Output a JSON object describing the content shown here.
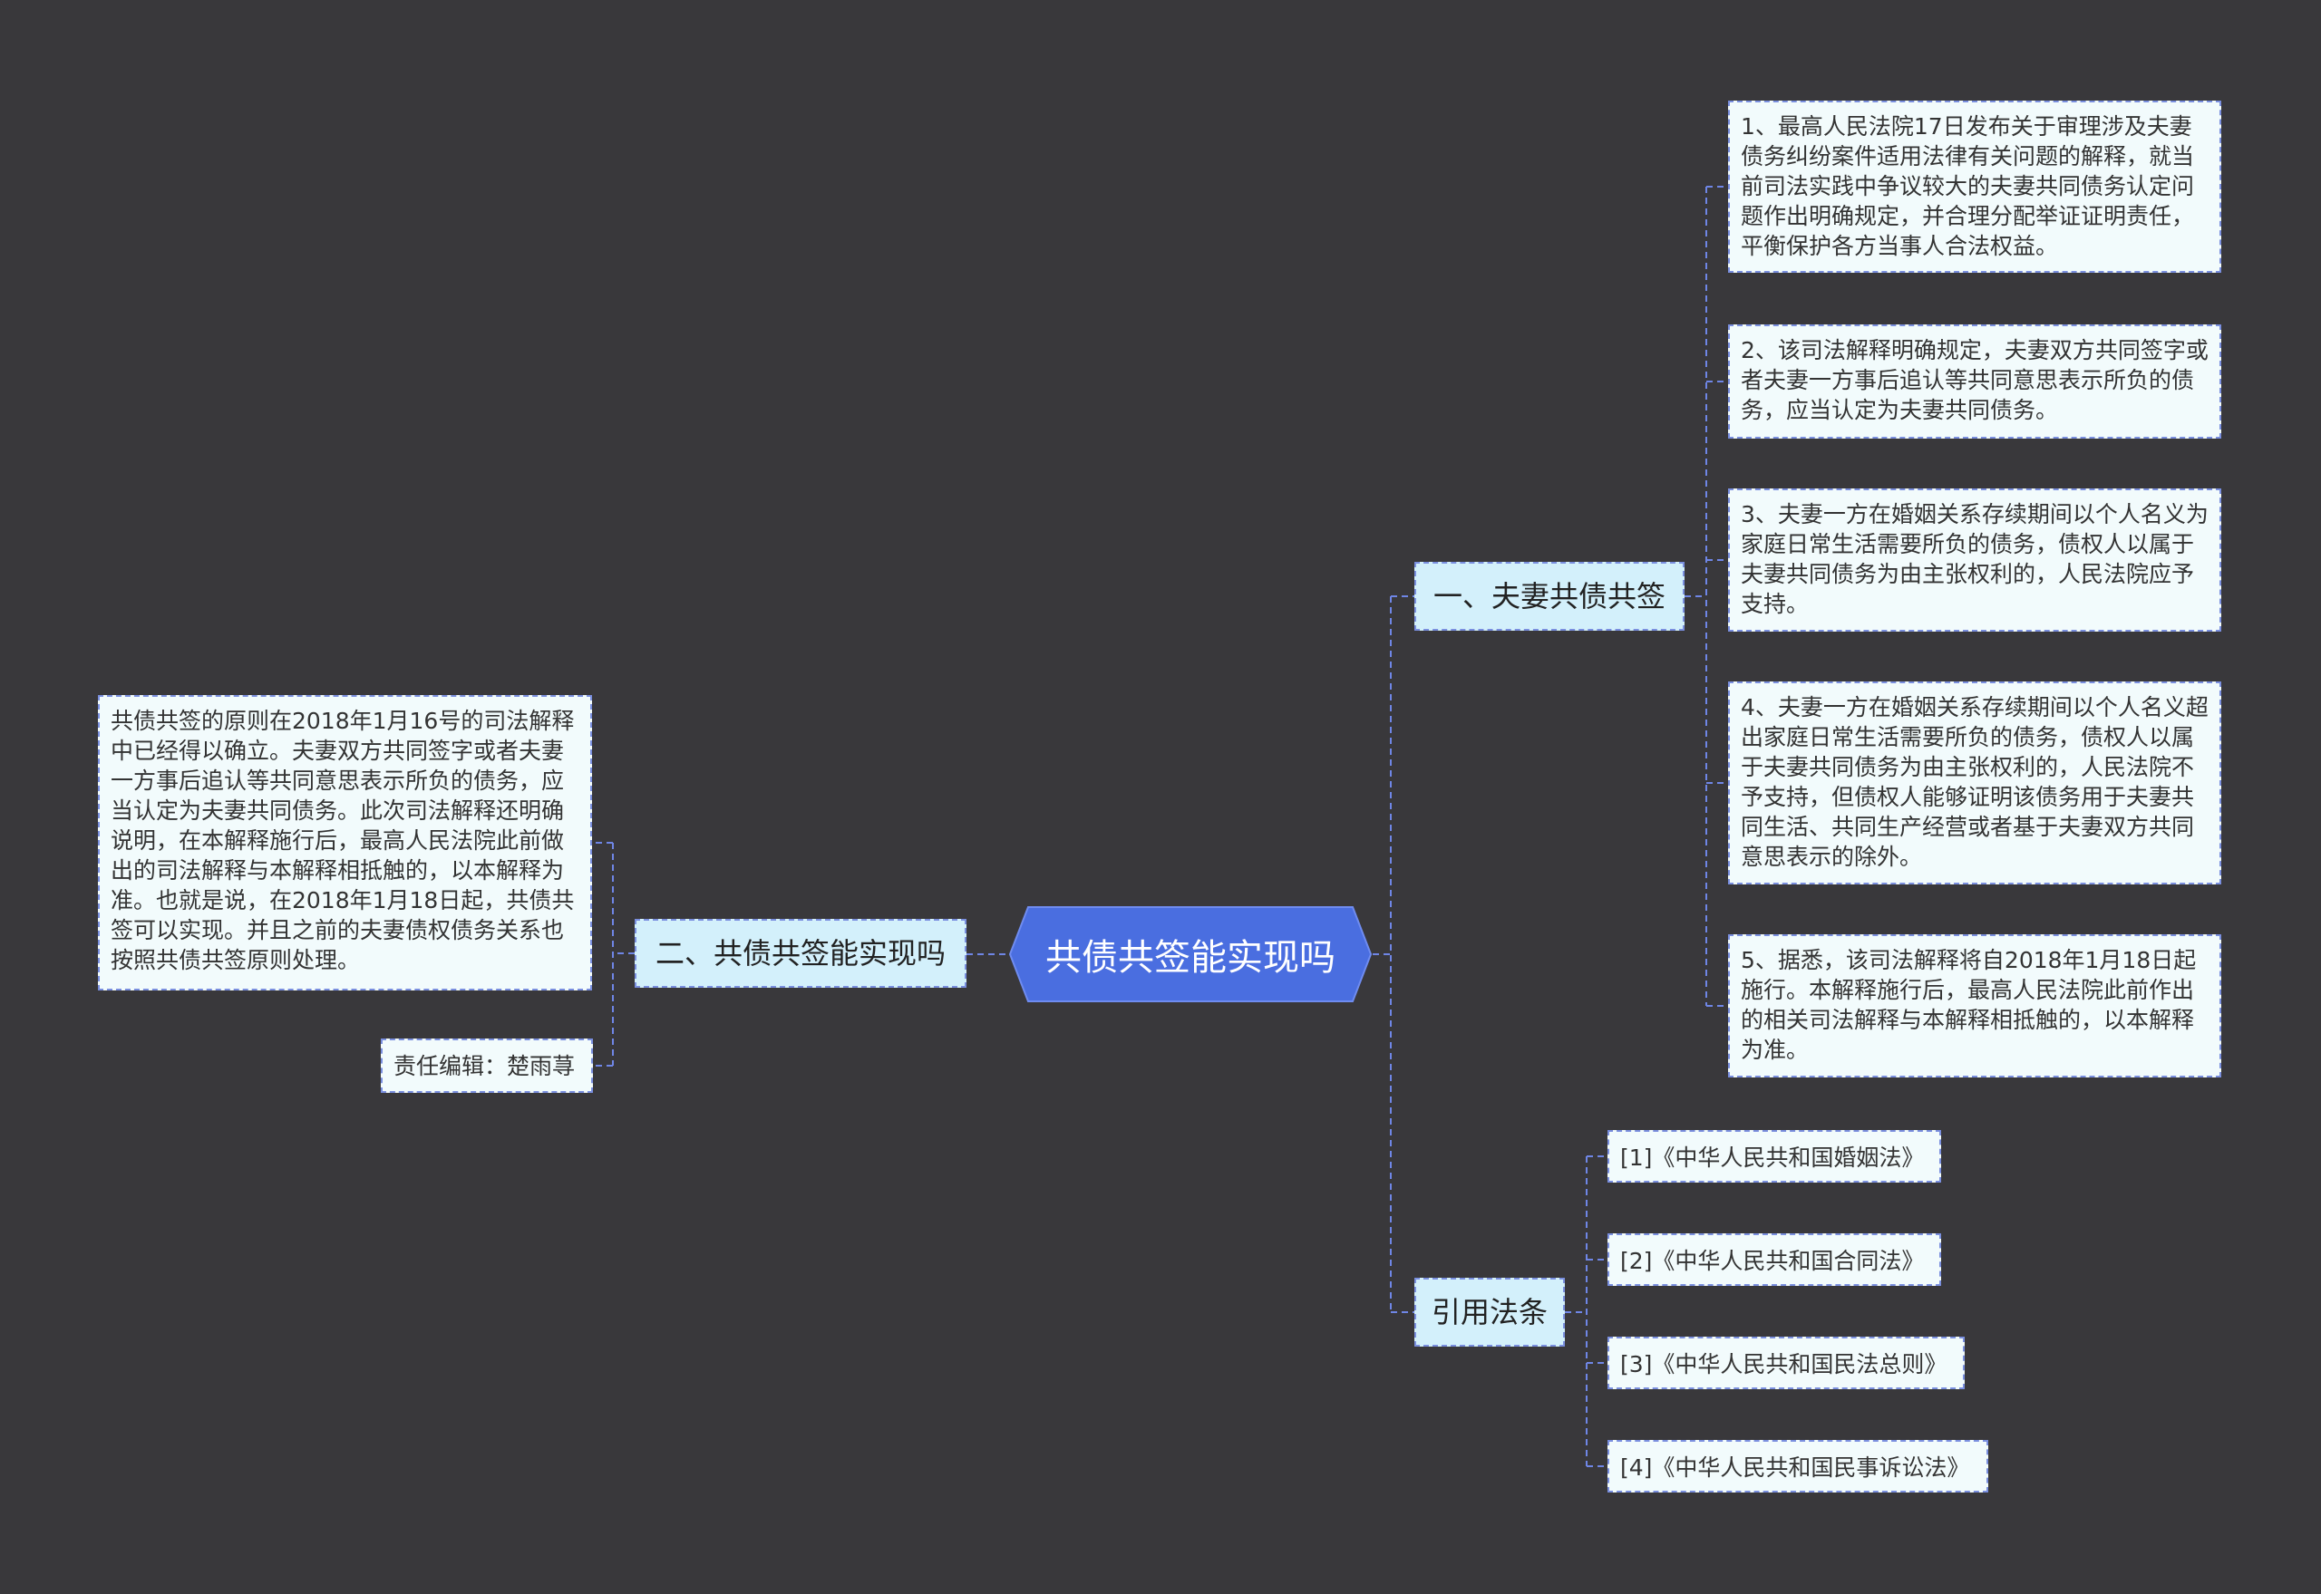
{
  "root": {
    "label": "共债共签能实现吗"
  },
  "right_branches": [
    {
      "label": "一、夫妻共债共签",
      "children": [
        "1、最高人民法院17日发布关于审理涉及夫妻债务纠纷案件适用法律有关问题的解释，就当前司法实践中争议较大的夫妻共同债务认定问题作出明确规定，并合理分配举证证明责任，平衡保护各方当事人合法权益。",
        "2、该司法解释明确规定，夫妻双方共同签字或者夫妻一方事后追认等共同意思表示所负的债务，应当认定为夫妻共同债务。",
        "3、夫妻一方在婚姻关系存续期间以个人名义为家庭日常生活需要所负的债务，债权人以属于夫妻共同债务为由主张权利的，人民法院应予支持。",
        "4、夫妻一方在婚姻关系存续期间以个人名义超出家庭日常生活需要所负的债务，债权人以属于夫妻共同债务为由主张权利的，人民法院不予支持，但债权人能够证明该债务用于夫妻共同生活、共同生产经营或者基于夫妻双方共同意思表示的除外。",
        "5、据悉，该司法解释将自2018年1月18日起施行。本解释施行后，最高人民法院此前作出的相关司法解释与本解释相抵触的，以本解释为准。"
      ]
    },
    {
      "label": "引用法条",
      "children": [
        "[1]《中华人民共和国婚姻法》",
        "[2]《中华人民共和国合同法》",
        "[3]《中华人民共和国民法总则》",
        "[4]《中华人民共和国民事诉讼法》"
      ]
    }
  ],
  "left_branches": [
    {
      "label": "二、共债共签能实现吗",
      "children": [
        "共债共签的原则在2018年1月16号的司法解释中已经得以确立。夫妻双方共同签字或者夫妻一方事后追认等共同意思表示所负的债务，应当认定为夫妻共同债务。此次司法解释还明确说明，在本解释施行后，最高人民法院此前做出的司法解释与本解释相抵触的，以本解释为准。也就是说，在2018年1月18日起，共债共签可以实现。并且之前的夫妻债权债务关系也按照共债共签原则处理。",
        "责任编辑：楚雨荨"
      ]
    }
  ],
  "colors": {
    "background": "#39383b",
    "root_fill": "#4a6ee0",
    "branch_fill": "#d3f0fb",
    "leaf_fill": "#f2fbfc",
    "connector": "#6f86e6"
  }
}
